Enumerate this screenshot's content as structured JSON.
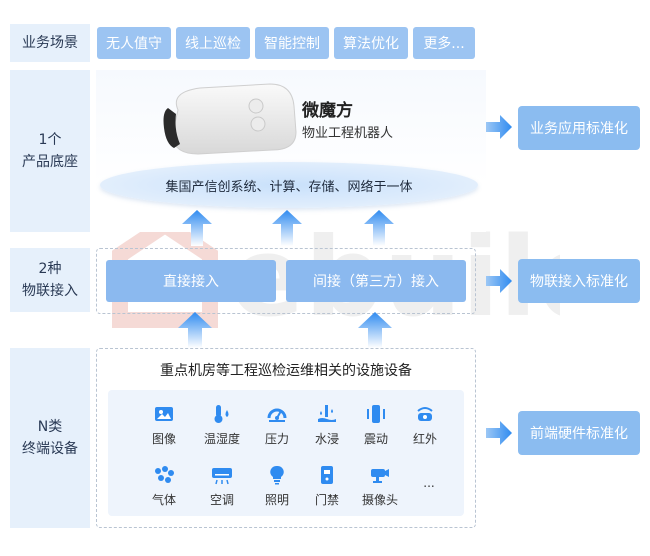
{
  "left_labels": {
    "scenario": "业务场景",
    "product_line1": "1个",
    "product_line2": "产品底座",
    "iot_line1": "2种",
    "iot_line2": "物联接入",
    "terminal_line1": "N类",
    "terminal_line2": "终端设备"
  },
  "scenarios": [
    "无人值守",
    "线上巡检",
    "智能控制",
    "算法优化",
    "更多..."
  ],
  "product": {
    "name": "微魔方",
    "subtitle": "物业工程机器人",
    "integration": "集国产信创系统、计算、存储、网络于一体"
  },
  "access": {
    "direct": "直接接入",
    "indirect": "间接（第三方）接入"
  },
  "devices": {
    "title": "重点机房等工程巡检运维相关的设施设备",
    "row1": [
      "图像",
      "温湿度",
      "压力",
      "水浸",
      "震动",
      "红外"
    ],
    "row2": [
      "气体",
      "空调",
      "照明",
      "门禁",
      "摄像头",
      "..."
    ]
  },
  "standards": {
    "app": "业务应用标准化",
    "iot": "物联接入标准化",
    "hardware": "前端硬件标准化"
  },
  "colors": {
    "primary": "#2f8bf0",
    "chip": "#9cc4f2",
    "label_bg": "#e6f0fb"
  }
}
